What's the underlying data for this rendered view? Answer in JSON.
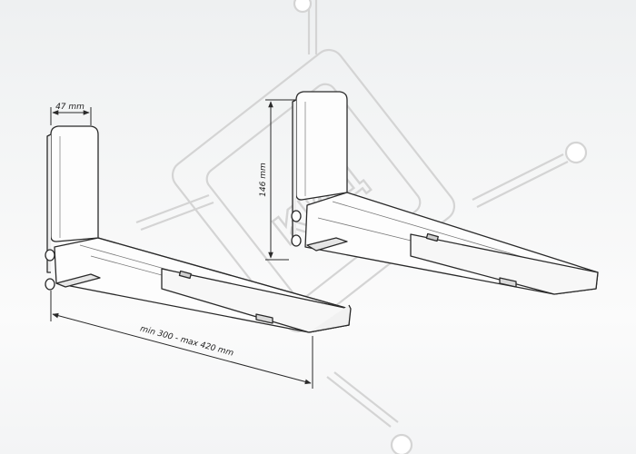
{
  "dimensions": {
    "plate_width": "47 mm",
    "plate_height": "146 mm",
    "arm_length": "min 300 - max 420 mm"
  },
  "watermark": {
    "text": "КИЦ"
  },
  "colors": {
    "line": "#2a2a2a",
    "bracket_fill": "#fdfdfd",
    "shade": "#e6e6e6",
    "watermark": "#d4d4d4"
  }
}
